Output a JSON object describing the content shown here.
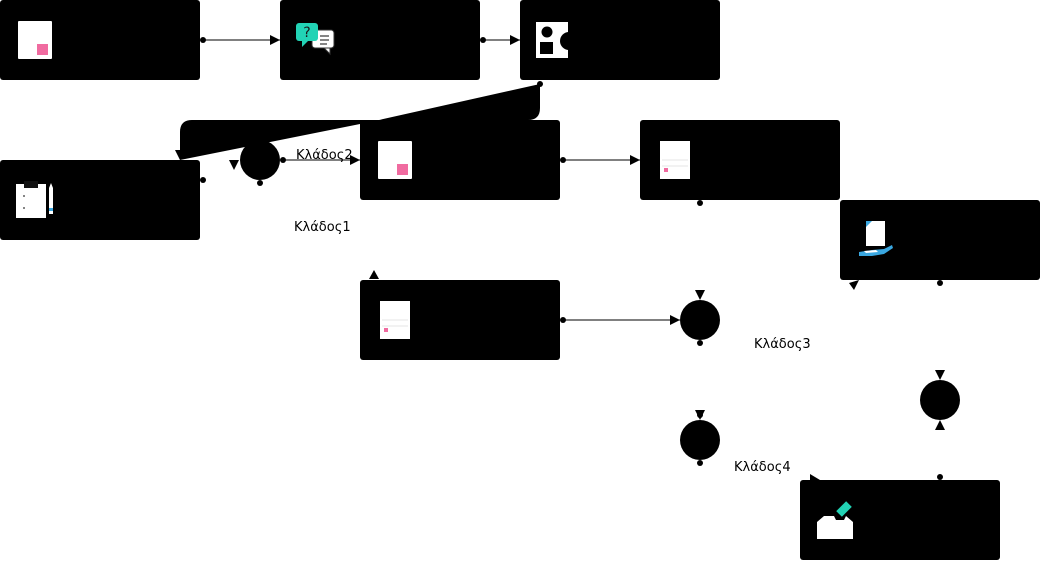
{
  "labels": {
    "branch1": "Κλάδος1",
    "branch2": "Κλάδος2",
    "branch3": "Κλάδος3",
    "branch4": "Κλάδος4"
  },
  "colors": {
    "node_fill": "#000000",
    "page": "#ffffff",
    "accent_pink": "#f06ba0",
    "accent_teal": "#22d3b5",
    "accent_blue": "#3aa7e0"
  },
  "icons": {
    "n1": "document-pink-icon",
    "n2": "question-chat-icon",
    "n3": "shapes-icon",
    "n4": "clipboard-pencil-icon",
    "n5": "document-pink-icon",
    "n6": "document-lines-icon",
    "n7": "hand-document-icon",
    "n8": "document-lines-icon",
    "n9": "ballot-box-icon"
  }
}
